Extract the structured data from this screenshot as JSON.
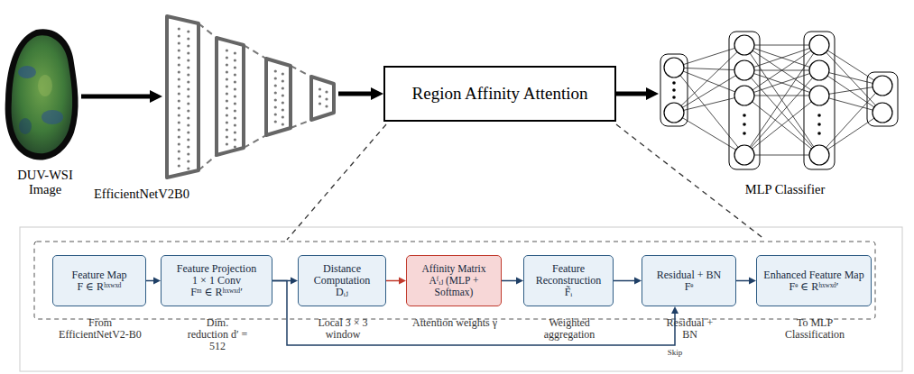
{
  "diagram": {
    "nodes": [
      {
        "text": [
          "DUV-WSI Image"
        ]
      },
      {
        "text": [
          "EfficientNetV2B0"
        ]
      },
      {
        "text": [
          "Region Affinity Attention"
        ]
      },
      {
        "text": [
          "MLP Classifier"
        ]
      },
      {
        "text": [
          "Feature Map",
          "F ∈ Rʰˣʷˣᵈ",
          "From EfficientNetV2-B0"
        ]
      },
      {
        "text": [
          "Feature Projection",
          "1 × 1 Conv",
          "Fᵐ ∈ Rʰˣʷˣᵈ′",
          "Dim. reduction d′ = 512"
        ]
      },
      {
        "text": [
          "Distance Computation",
          "Dᵢⱼ",
          "Local 3 × 3 window"
        ]
      },
      {
        "text": [
          "Affinity Matrix",
          "Aᶠᵢⱼ (MLP + Softmax)",
          "Attention weights γ"
        ]
      },
      {
        "text": [
          "Feature Reconstruction",
          "F̃ᵢ",
          "Weighted aggregation"
        ]
      },
      {
        "text": [
          "Residual + BN",
          "Fᵉ",
          "Residual + BN"
        ]
      },
      {
        "text": [
          "Enhanced Feature Map",
          "Fᵉ ∈ Rʰˣʷˣᵈ′",
          "To MLP Classification"
        ]
      }
    ],
    "edges": [
      {
        "from": 0,
        "to": 1,
        "arrow": "to"
      },
      {
        "from": 1,
        "to": 2,
        "arrow": "to"
      },
      {
        "from": 2,
        "to": 3,
        "arrow": "to"
      },
      {
        "from": 4,
        "to": 5,
        "arrow": "to"
      },
      {
        "from": 5,
        "to": 6,
        "arrow": "to"
      },
      {
        "from": 6,
        "to": 7,
        "arrow": "to"
      },
      {
        "from": 7,
        "to": 8,
        "arrow": "to"
      },
      {
        "from": 8,
        "to": 9,
        "arrow": "to"
      },
      {
        "from": 9,
        "to": 10,
        "arrow": "to"
      },
      {
        "from": 5,
        "to": 9,
        "arrow": "to",
        "label": "Skip"
      }
    ]
  }
}
